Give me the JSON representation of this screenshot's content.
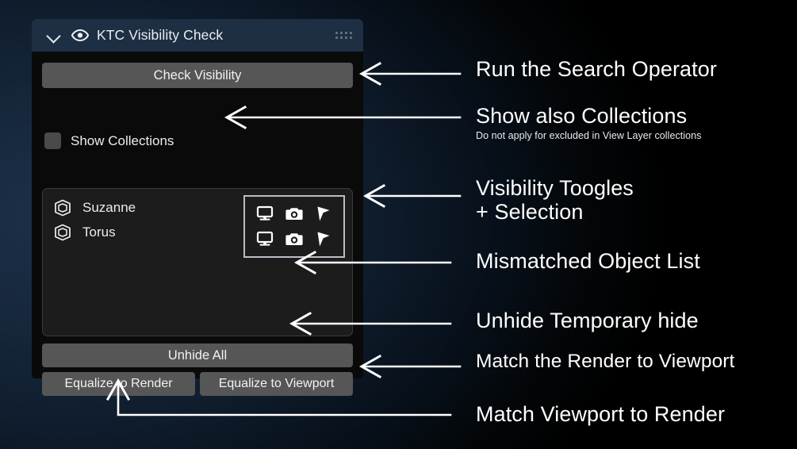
{
  "panel": {
    "header": {
      "title": "KTC Visibility Check",
      "collapse_icon": "chevron-down-icon",
      "visibility_icon": "eye-icon",
      "grip_icon": "grip-dots-icon"
    },
    "check_visibility_button": "Check Visibility",
    "show_collections": {
      "label": "Show Collections",
      "checked": false
    },
    "object_list": {
      "rows": [
        {
          "name": "Suzanne",
          "type_icon": "mesh-cube-icon",
          "toggles": [
            "monitor-icon",
            "camera-icon",
            "cursor-arrow-icon"
          ]
        },
        {
          "name": "Torus",
          "type_icon": "mesh-cube-icon",
          "toggles": [
            "monitor-icon",
            "camera-icon",
            "cursor-arrow-icon"
          ]
        }
      ]
    },
    "unhide_all_button": "Unhide All",
    "equalize_to_render_button": "Equalize to Render",
    "equalize_to_viewport_button": "Equalize to Viewport"
  },
  "annotations": [
    {
      "title": "Run the Search Operator"
    },
    {
      "title": "Show also Collections",
      "subtitle": "Do not apply for excluded in View Layer collections"
    },
    {
      "title": "Visibility Toogles",
      "title2": "+ Selection"
    },
    {
      "title": "Mismatched Object List"
    },
    {
      "title": "Unhide Temporary hide"
    },
    {
      "title": "Match the Render to Viewport"
    },
    {
      "title": "Match Viewport to Render"
    }
  ],
  "colors": {
    "panel_header": "#1e2f44",
    "panel_body": "#0a0a0a",
    "button": "#565656",
    "list_bg": "#1c1c1c",
    "annotation": "#ffffff",
    "background_tint": "#16273c"
  }
}
